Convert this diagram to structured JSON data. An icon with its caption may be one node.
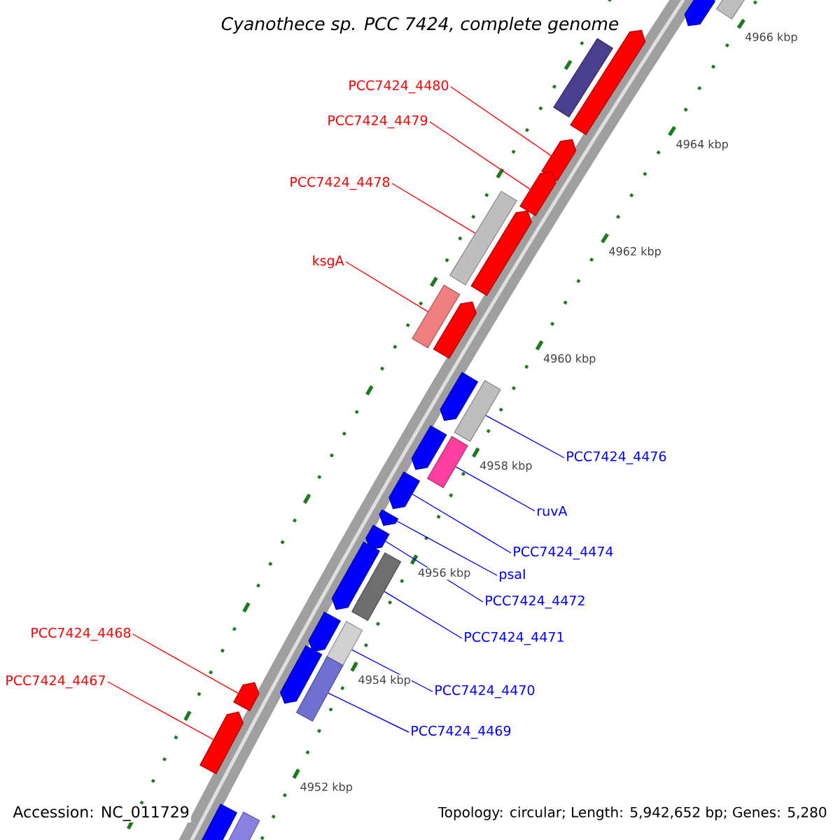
{
  "diagram": {
    "title": "Cyanothece sp. PCC 7424, complete genome",
    "nodes": [
      {
        "text": [],
        "shape": "arrow"
      },
      {
        "text": [],
        "shape": "box"
      },
      {
        "text": [],
        "shape": "box"
      },
      {
        "text": [],
        "shape": "arrow"
      },
      {
        "text": [],
        "shape": "arrow"
      },
      {
        "text": [],
        "shape": "arrow"
      },
      {
        "text": [],
        "shape": "box"
      },
      {
        "text": [],
        "shape": "arrow"
      },
      {
        "text": [],
        "shape": "box"
      },
      {
        "text": [],
        "shape": "arrow"
      },
      {
        "text": [],
        "shape": "arrow"
      },
      {
        "text": [],
        "shape": "box"
      },
      {
        "text": [],
        "shape": "arrow"
      },
      {
        "text": [],
        "shape": "box"
      },
      {
        "text": [],
        "shape": "arrow"
      },
      {
        "text": [],
        "shape": "arrow"
      },
      {
        "text": [],
        "shape": "arrow"
      },
      {
        "text": [],
        "shape": "arrow"
      },
      {
        "text": [],
        "shape": "box"
      },
      {
        "text": [],
        "shape": "arrow"
      },
      {
        "text": [],
        "shape": "box"
      },
      {
        "text": [],
        "shape": "arrow"
      },
      {
        "text": [],
        "shape": "box"
      },
      {
        "text": [],
        "shape": "arrow"
      },
      {
        "text": [],
        "shape": "arrow"
      },
      {
        "text": [],
        "shape": "arrow"
      },
      {
        "text": [],
        "shape": "box"
      },
      {
        "text": [
          "PCC7424_4480"
        ]
      },
      {
        "text": [
          "PCC7424_4479"
        ]
      },
      {
        "text": [
          "PCC7424_4478"
        ]
      },
      {
        "text": [
          "ksgA"
        ]
      },
      {
        "text": [
          "PCC7424_4476"
        ]
      },
      {
        "text": [
          "ruvA"
        ]
      },
      {
        "text": [
          "PCC7424_4474"
        ]
      },
      {
        "text": [
          "psaI"
        ]
      },
      {
        "text": [
          "PCC7424_4472"
        ]
      },
      {
        "text": [
          "PCC7424_4471"
        ]
      },
      {
        "text": [
          "PCC7424_4470"
        ]
      },
      {
        "text": [
          "PCC7424_4469"
        ]
      },
      {
        "text": [
          "PCC7424_4468"
        ]
      },
      {
        "text": [
          "PCC7424_4467"
        ]
      }
    ],
    "edges": [
      {
        "from": 27,
        "to": 4,
        "arrow": "none",
        "color": "#ff0000"
      },
      {
        "from": 28,
        "to": 5,
        "arrow": "none",
        "color": "#ff0000"
      },
      {
        "from": 29,
        "to": 6,
        "arrow": "none",
        "color": "#ff0000"
      },
      {
        "from": 30,
        "to": 8,
        "arrow": "none",
        "color": "#ff0000"
      },
      {
        "from": 31,
        "to": 11,
        "arrow": "none"
      },
      {
        "from": 32,
        "to": 13,
        "arrow": "none"
      },
      {
        "from": 33,
        "to": 14,
        "arrow": "none"
      },
      {
        "from": 34,
        "to": 15,
        "arrow": "none"
      },
      {
        "from": 35,
        "to": 16,
        "arrow": "none"
      },
      {
        "from": 36,
        "to": 18,
        "arrow": "none"
      },
      {
        "from": 37,
        "to": 20,
        "arrow": "none"
      },
      {
        "from": 38,
        "to": 22,
        "arrow": "none"
      },
      {
        "from": 39,
        "to": 23,
        "arrow": "none",
        "color": "#ff0000"
      },
      {
        "from": 40,
        "to": 24,
        "arrow": "none",
        "color": "#ff0000"
      }
    ],
    "labels": [
      "4966 kbp",
      "4964 kbp",
      "4962 kbp",
      "4960 kbp",
      "4958 kbp",
      "4956 kbp",
      "4954 kbp",
      "4952 kbp",
      "Accession: NC_011729",
      "Topology: circular; Length: 5,942,652 bp; Genes: 5,280"
    ]
  }
}
